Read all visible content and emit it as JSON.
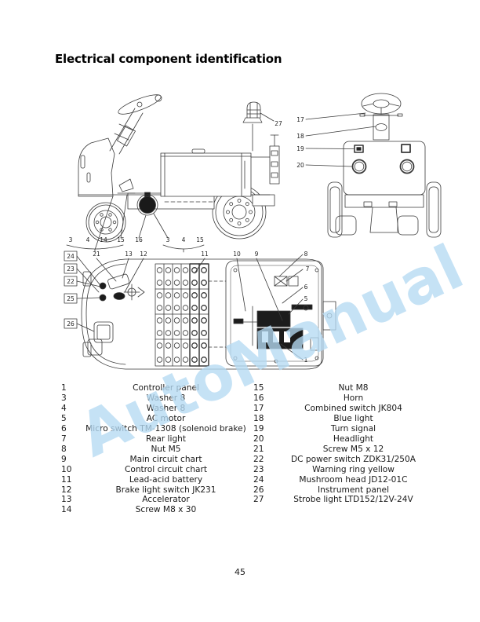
{
  "page": {
    "title": "Electrical component identification",
    "number": "45"
  },
  "watermark": {
    "text": "AutoManual",
    "color": "#b5daf3"
  },
  "parts": {
    "left": [
      {
        "no": "1",
        "name": "Controller panel"
      },
      {
        "no": "3",
        "name": "Washer 8"
      },
      {
        "no": "4",
        "name": "Washer 8"
      },
      {
        "no": "5",
        "name": "AC motor"
      },
      {
        "no": "6",
        "name": "Micro switch TM-1308 (solenoid brake)"
      },
      {
        "no": "7",
        "name": "Rear light"
      },
      {
        "no": "8",
        "name": "Nut M5"
      },
      {
        "no": "9",
        "name": "Main circuit chart"
      },
      {
        "no": "10",
        "name": "Control circuit chart"
      },
      {
        "no": "11",
        "name": "Lead-acid battery"
      },
      {
        "no": "12",
        "name": "Brake light switch JK231"
      },
      {
        "no": "13",
        "name": "Accelerator"
      },
      {
        "no": "14",
        "name": "Screw M8 x 30"
      }
    ],
    "right": [
      {
        "no": "15",
        "name": "Nut M8"
      },
      {
        "no": "16",
        "name": "Horn"
      },
      {
        "no": "17",
        "name": "Combined switch JK804"
      },
      {
        "no": "18",
        "name": "Blue light"
      },
      {
        "no": "19",
        "name": "Turn signal"
      },
      {
        "no": "20",
        "name": "Headlight"
      },
      {
        "no": "21",
        "name": "Screw M5 x 12"
      },
      {
        "no": "22",
        "name": "DC power switch ZDK31/250A"
      },
      {
        "no": "23",
        "name": "Warning ring yellow"
      },
      {
        "no": "24",
        "name": "Mushroom head JD12-01C"
      },
      {
        "no": "26",
        "name": "Instrument panel"
      },
      {
        "no": "27",
        "name": "Strobe light LTD152/12V-24V"
      }
    ]
  },
  "callouts": {
    "side_bottom": [
      "3",
      "4",
      "14",
      "15",
      "16",
      "3",
      "4",
      "15"
    ],
    "mid": [
      "27",
      "17",
      "18",
      "19",
      "20"
    ],
    "top_row": [
      "21",
      "13",
      "12",
      "11",
      "10",
      "9"
    ],
    "left_col": [
      "24",
      "23",
      "22",
      "25",
      "26"
    ],
    "right_col": [
      "8",
      "7",
      "6",
      "5",
      "1"
    ]
  }
}
